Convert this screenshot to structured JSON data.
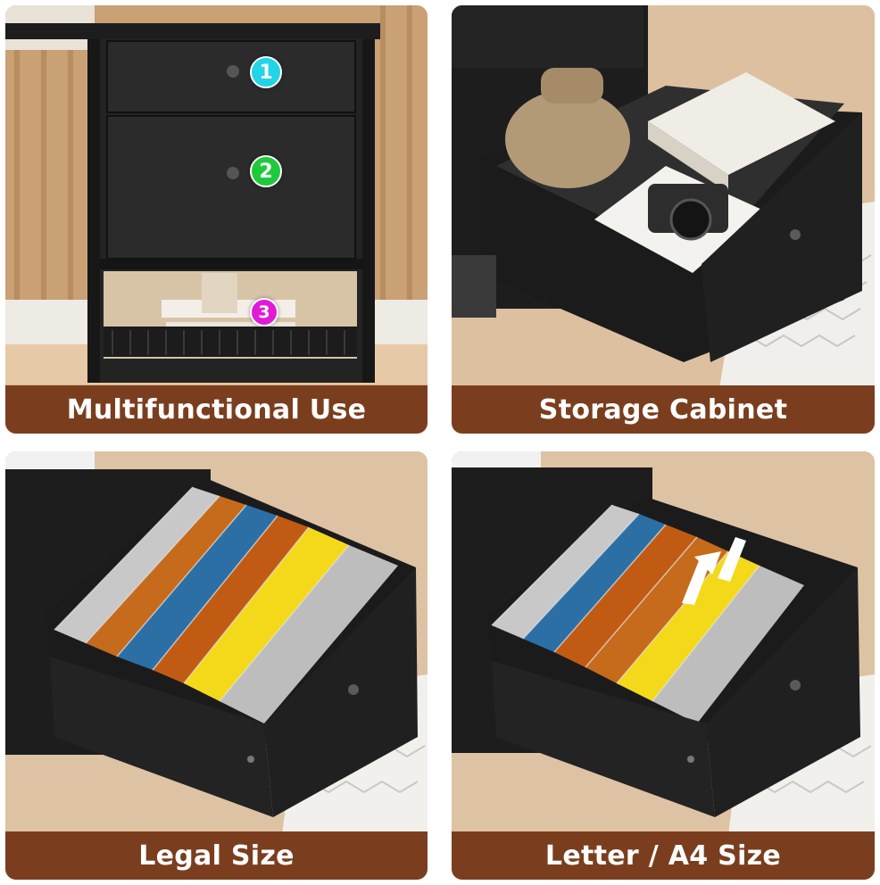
{
  "panels": [
    {
      "caption": "Multifunctional Use"
    },
    {
      "caption": "Storage Cabinet"
    },
    {
      "caption": "Legal Size"
    },
    {
      "caption": "Letter / A4 Size"
    }
  ],
  "badges": [
    {
      "label": "1",
      "color": "#21d4e6"
    },
    {
      "label": "2",
      "color": "#1ec93c"
    },
    {
      "label": "3",
      "color": "#e21ad7"
    }
  ],
  "colors": {
    "caption_bg": "#7a3e1f",
    "cabinet": "#1e1e1f",
    "floor": "#d8b48e"
  }
}
